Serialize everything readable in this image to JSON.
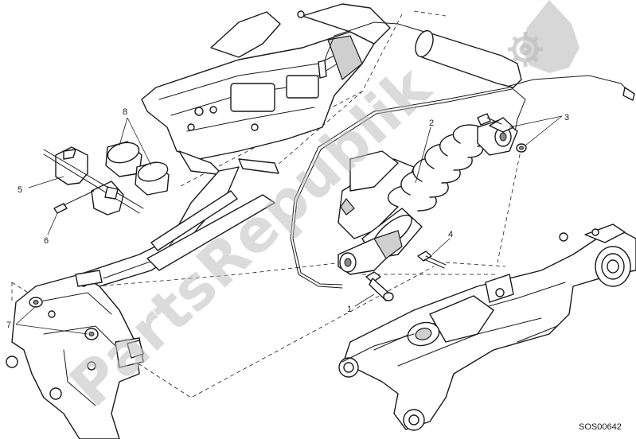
{
  "diagram": {
    "callouts": [
      {
        "id": "1",
        "label": "1"
      },
      {
        "id": "2",
        "label": "2"
      },
      {
        "id": "3",
        "label": "3"
      },
      {
        "id": "4",
        "label": "4"
      },
      {
        "id": "5",
        "label": "5"
      },
      {
        "id": "6",
        "label": "6"
      },
      {
        "id": "7",
        "label": "7"
      },
      {
        "id": "8",
        "label": "8"
      }
    ],
    "drawing_code": "SOS00642"
  },
  "watermark": {
    "text": "PartsRepublik",
    "icon": "gear-icon"
  },
  "colors": {
    "line": "#1a1a1a",
    "background": "#ffffff",
    "watermark": "#bdbdbd"
  }
}
